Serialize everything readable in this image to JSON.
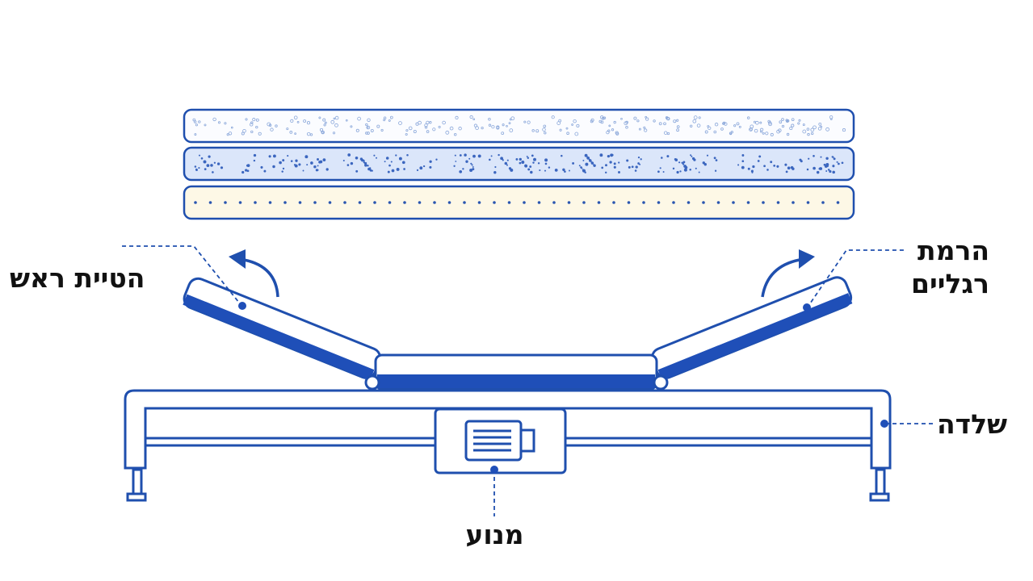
{
  "labels": {
    "head_tilt": "הטיית ראש",
    "leg_raise_line1": "הרמת",
    "leg_raise_line2": "רגליים",
    "frame": "שלדה",
    "motor": "מנוע"
  },
  "colors": {
    "stroke": "#1f4fae",
    "blue_fill": "#1f4fb8",
    "layer_top_fill": "#fbfcff",
    "layer_mid_fill": "#dbe6fa",
    "layer_bottom_fill": "#fdf8e6",
    "text": "#111111"
  },
  "icons": [
    "arrow-head-tilt-icon",
    "arrow-leg-raise-icon",
    "motor-icon"
  ]
}
